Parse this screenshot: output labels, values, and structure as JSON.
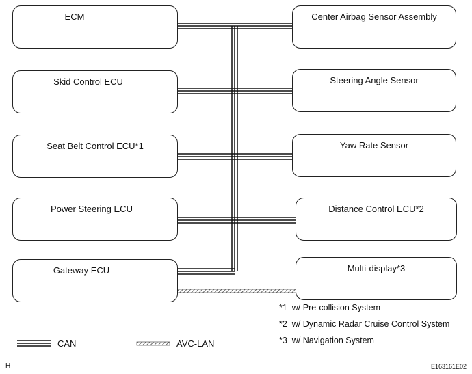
{
  "left_boxes": [
    {
      "label": "ECM"
    },
    {
      "label": "Skid Control ECU"
    },
    {
      "label": "Seat Belt Control ECU*1"
    },
    {
      "label": "Power Steering ECU"
    },
    {
      "label": "Gateway ECU"
    }
  ],
  "right_boxes": [
    {
      "label": "Center Airbag Sensor Assembly"
    },
    {
      "label": "Steering Angle Sensor"
    },
    {
      "label": "Yaw Rate Sensor"
    },
    {
      "label": "Distance Control ECU*2"
    },
    {
      "label": "Multi-display*3"
    }
  ],
  "notes": [
    {
      "mark": "*1",
      "text": "w/ Pre-collision System"
    },
    {
      "mark": "*2",
      "text": "w/ Dynamic Radar Cruise Control System"
    },
    {
      "mark": "*3",
      "text": "w/ Navigation System"
    }
  ],
  "legend": {
    "can": "CAN",
    "avc": "AVC-LAN"
  },
  "corner_left": "H",
  "figure_id": "E163161E02"
}
